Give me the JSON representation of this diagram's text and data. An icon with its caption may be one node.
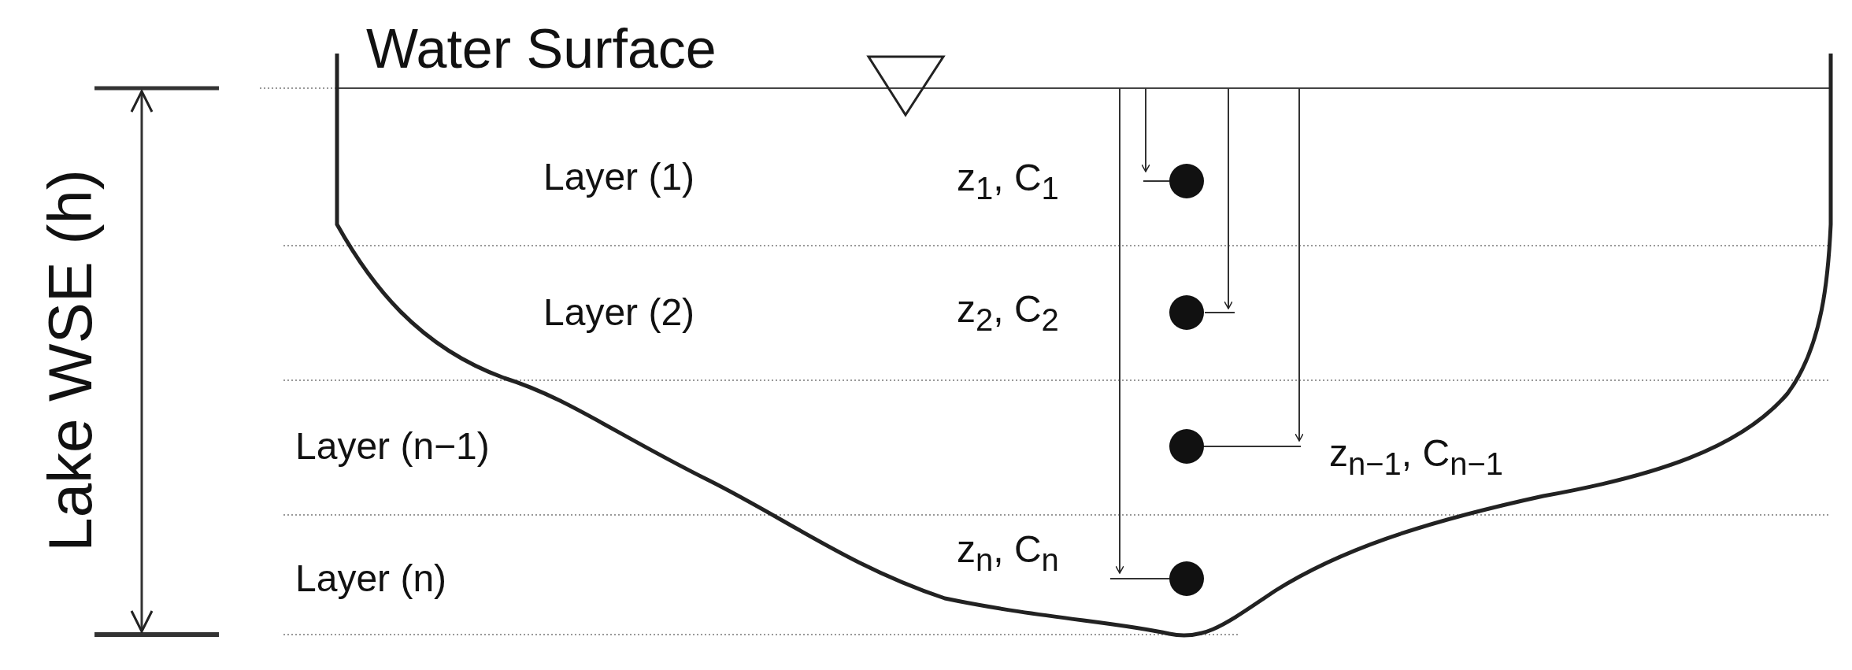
{
  "diagram": {
    "labels": [
      "Water Surface",
      "Lake WSE (h)",
      "Layer (1)",
      "z$_{1}$, C$_{1}$",
      "Layer (2)",
      "z$_{2}$, C$_{2}$",
      "Layer (n−1)",
      "z$_{n−1}$, C$_{n−1}$",
      "Layer (n)",
      "z$_{n}$, C$_{n}$"
    ]
  }
}
